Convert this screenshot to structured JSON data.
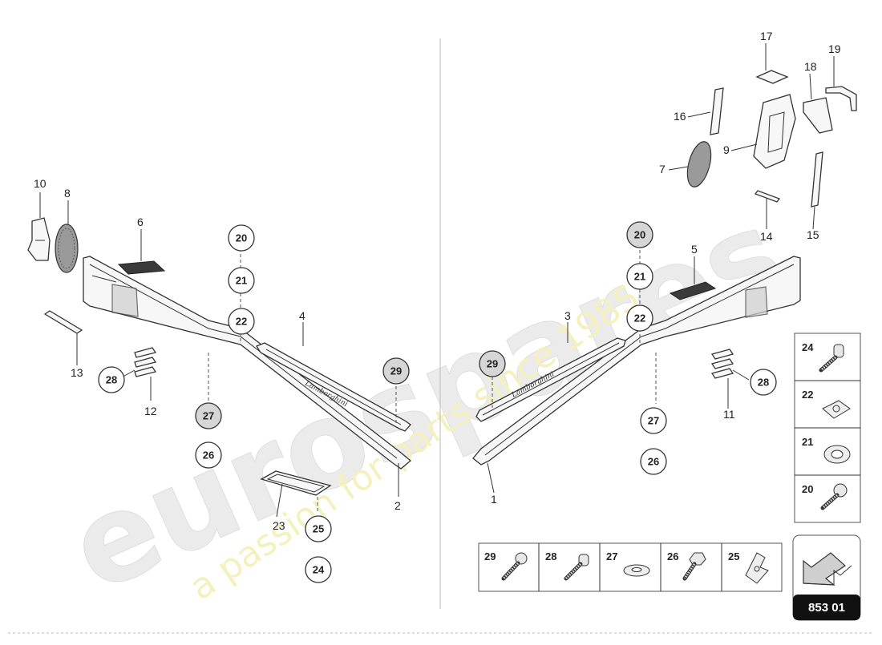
{
  "watermark": {
    "brand": "eurospares",
    "tagline": "a passion for parts since 1985"
  },
  "diagram_code": "853 01",
  "callouts": [
    {
      "id": "c20l",
      "text": "20",
      "shaded": false
    },
    {
      "id": "c21l",
      "text": "21",
      "shaded": false
    },
    {
      "id": "c22l",
      "text": "22",
      "shaded": false
    },
    {
      "id": "c29l",
      "text": "29",
      "shaded": true
    },
    {
      "id": "c27l",
      "text": "27",
      "shaded": true
    },
    {
      "id": "c26l",
      "text": "26",
      "shaded": false
    },
    {
      "id": "c28l",
      "text": "28",
      "shaded": false
    },
    {
      "id": "c25l",
      "text": "25",
      "shaded": false
    },
    {
      "id": "c24l",
      "text": "24",
      "shaded": false
    },
    {
      "id": "c20r",
      "text": "20",
      "shaded": true
    },
    {
      "id": "c21r",
      "text": "21",
      "shaded": false
    },
    {
      "id": "c22r",
      "text": "22",
      "shaded": false
    },
    {
      "id": "c29r",
      "text": "29",
      "shaded": true
    },
    {
      "id": "c27r",
      "text": "27",
      "shaded": false
    },
    {
      "id": "c26r",
      "text": "26",
      "shaded": false
    },
    {
      "id": "c28r",
      "text": "28",
      "shaded": false
    }
  ],
  "labels": {
    "p1": "1",
    "p2": "2",
    "p3": "3",
    "p4": "4",
    "p5": "5",
    "p6": "6",
    "p7": "7",
    "p8": "8",
    "p9": "9",
    "p10": "10",
    "p11": "11",
    "p12": "12",
    "p13": "13",
    "p14": "14",
    "p15": "15",
    "p16": "16",
    "p17": "17",
    "p18": "18",
    "p19": "19",
    "p23": "23"
  },
  "legend_right": [
    {
      "num": "24",
      "part": "screw"
    },
    {
      "num": "22",
      "part": "clip-nut"
    },
    {
      "num": "21",
      "part": "washer"
    },
    {
      "num": "20",
      "part": "screw"
    }
  ],
  "legend_bottom": [
    {
      "num": "29",
      "part": "screw"
    },
    {
      "num": "28",
      "part": "screw"
    },
    {
      "num": "27",
      "part": "washer"
    },
    {
      "num": "26",
      "part": "bolt"
    },
    {
      "num": "25",
      "part": "clip"
    }
  ],
  "sill_badge_text": "Lamborghini"
}
